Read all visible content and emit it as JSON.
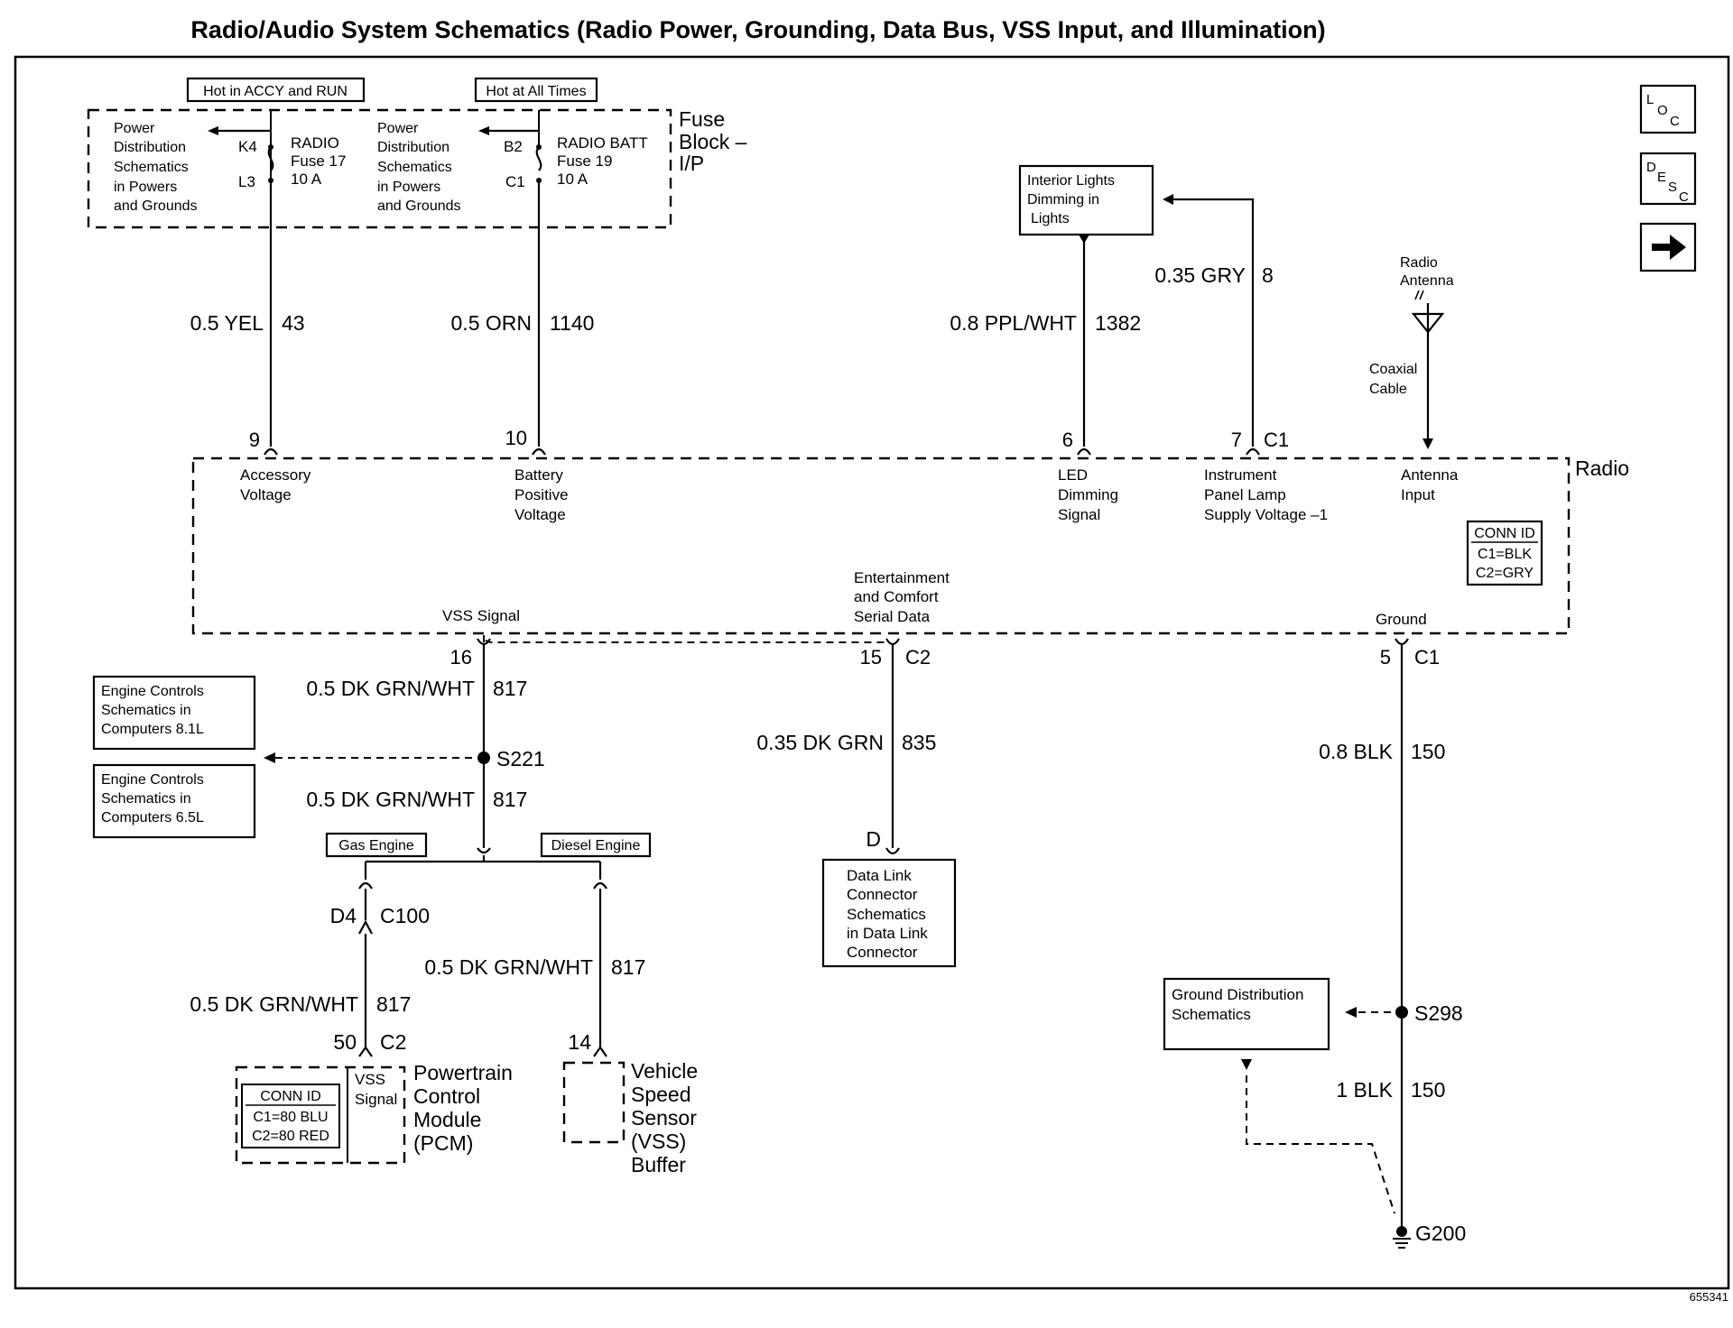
{
  "title": "Radio/Audio System Schematics (Radio Power, Grounding, Data Bus, VSS Input, and Illumination)",
  "doc_number": "655341",
  "nav_icons": {
    "loc_text": "LOC",
    "desc_text": "DESC",
    "next": "arrow-right-icon"
  },
  "fuse_block": {
    "label_line1": "Fuse",
    "label_line2": "Block –",
    "label_line3": "I/P",
    "tag_accy": "Hot in ACCY and RUN",
    "tag_always": "Hot at All Times",
    "ref1": [
      "Power",
      "Distribution",
      "Schematics",
      "in Powers",
      "and Grounds"
    ],
    "ref2": [
      "Power",
      "Distribution",
      "Schematics",
      "in Powers",
      "and Grounds"
    ],
    "fuse17": {
      "in": "K4",
      "out": "L3",
      "name": "RADIO",
      "fuse": "Fuse 17",
      "rating": "10 A"
    },
    "fuse19": {
      "in": "B2",
      "out": "C1",
      "name": "RADIO BATT",
      "fuse": "Fuse 19",
      "rating": "10 A"
    }
  },
  "interior_lights_box": [
    "Interior Lights",
    "Dimming in",
    "Lights"
  ],
  "antenna": {
    "label1": "Radio",
    "label2": "Antenna",
    "coax1": "Coaxial",
    "coax2": "Cable"
  },
  "wires": {
    "w43": {
      "spec": "0.5 YEL",
      "circuit": "43"
    },
    "w1140": {
      "spec": "0.5 ORN",
      "circuit": "1140"
    },
    "w1382": {
      "spec": "0.8 PPL/WHT",
      "circuit": "1382"
    },
    "w8": {
      "spec": "0.35 GRY",
      "circuit": "8"
    },
    "w817a": {
      "spec": "0.5 DK GRN/WHT",
      "circuit": "817"
    },
    "w817b": {
      "spec": "0.5 DK GRN/WHT",
      "circuit": "817"
    },
    "w817c": {
      "spec": "0.5 DK GRN/WHT",
      "circuit": "817"
    },
    "w817d": {
      "spec": "0.5 DK GRN/WHT",
      "circuit": "817"
    },
    "w835": {
      "spec": "0.35 DK GRN",
      "circuit": "835"
    },
    "w150a": {
      "spec": "0.8 BLK",
      "circuit": "150"
    },
    "w150b": {
      "spec": "1 BLK",
      "circuit": "150"
    }
  },
  "radio": {
    "label": "Radio",
    "pins": {
      "p9": "9",
      "p10": "10",
      "p6": "6",
      "p7": "7",
      "c1_top": "C1",
      "p16": "16",
      "p15": "15",
      "c2": "C2",
      "p5": "5",
      "c1_bot": "C1"
    },
    "accessory": [
      "Accessory",
      "Voltage"
    ],
    "battery": [
      "Battery",
      "Positive",
      "Voltage"
    ],
    "led": [
      "LED",
      "Dimming",
      "Signal"
    ],
    "ipl": [
      "Instrument",
      "Panel Lamp",
      "Supply Voltage –1"
    ],
    "antenna_input": [
      "Antenna",
      "Input"
    ],
    "vss_signal": "VSS Signal",
    "serial": [
      "Entertainment",
      "and Comfort",
      "Serial Data"
    ],
    "ground": "Ground",
    "conn_id": {
      "title": "CONN ID",
      "c1": "C1=BLK",
      "c2": "C2=GRY"
    }
  },
  "engine_boxes": {
    "b81": [
      "Engine Controls",
      "Schematics in",
      "Computers  8.1L"
    ],
    "b65": [
      "Engine Controls",
      "Schematics in",
      "Computers  6.5L"
    ]
  },
  "splices": {
    "s221": "S221",
    "s298": "S298",
    "g200": "G200"
  },
  "gas_engine": "Gas Engine",
  "diesel_engine": "Diesel Engine",
  "c100": {
    "pin": "D4",
    "conn": "C100"
  },
  "pcm": {
    "pin": "50",
    "conn": "C2",
    "vss1": "VSS",
    "vss2": "Signal",
    "name": [
      "Powertrain",
      "Control",
      "Module",
      "(PCM)"
    ],
    "conn_id": {
      "title": "CONN ID",
      "c1": "C1=80 BLU",
      "c2": "C2=80 RED"
    }
  },
  "vss_buffer": {
    "pin": "14",
    "name": [
      "Vehicle",
      "Speed",
      "Sensor",
      "(VSS)",
      "Buffer"
    ]
  },
  "dlc": {
    "pin": "D",
    "lines": [
      "Data Link",
      "Connector",
      "Schematics",
      "in Data  Link",
      "Connector"
    ]
  },
  "ground_dist": [
    "Ground Distribution",
    "Schematics"
  ]
}
